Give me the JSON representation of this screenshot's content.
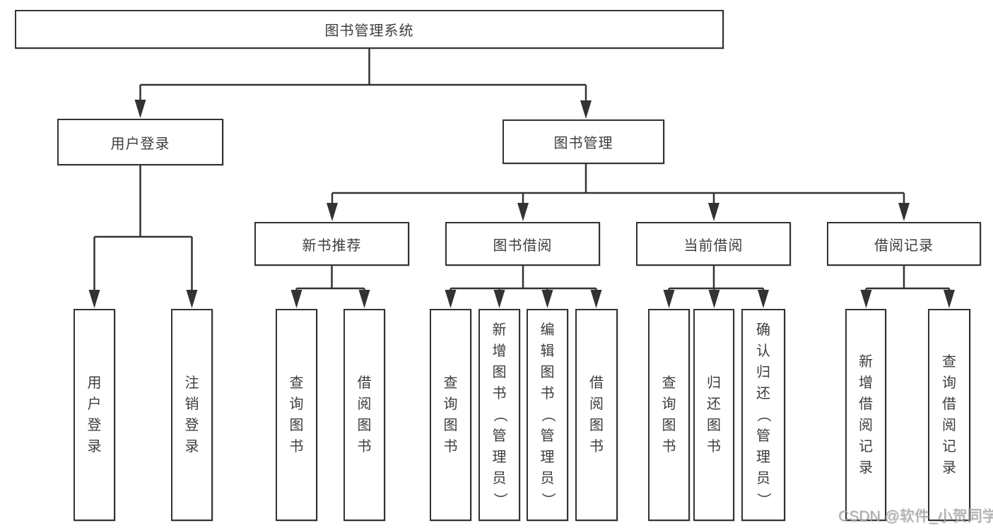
{
  "tree": {
    "label": "图书管理系统",
    "children": [
      {
        "label": "用户登录",
        "children": [
          {
            "label": "用户登录"
          },
          {
            "label": "注销登录"
          }
        ]
      },
      {
        "label": "图书管理",
        "children": [
          {
            "label": "新书推荐",
            "children": [
              {
                "label": "查询图书"
              },
              {
                "label": "借阅图书"
              }
            ]
          },
          {
            "label": "图书借阅",
            "children": [
              {
                "label": "查询图书"
              },
              {
                "label": "新增图书（管理员）"
              },
              {
                "label": "编辑图书（管理员）"
              },
              {
                "label": "借阅图书"
              }
            ]
          },
          {
            "label": "当前借阅",
            "children": [
              {
                "label": "查询图书"
              },
              {
                "label": "归还图书"
              },
              {
                "label": "确认归还（管理员）"
              }
            ]
          },
          {
            "label": "借阅记录",
            "children": [
              {
                "label": "新增借阅记录"
              },
              {
                "label": "查询借阅记录"
              }
            ]
          }
        ]
      }
    ]
  },
  "watermark": "CSDN @软件_小贺同学",
  "colors": {
    "line": "#333333",
    "text": "#3d3d3d",
    "box_background": "#ffffff",
    "page_background": "#ffffff",
    "watermark": "#aaaaaa"
  }
}
